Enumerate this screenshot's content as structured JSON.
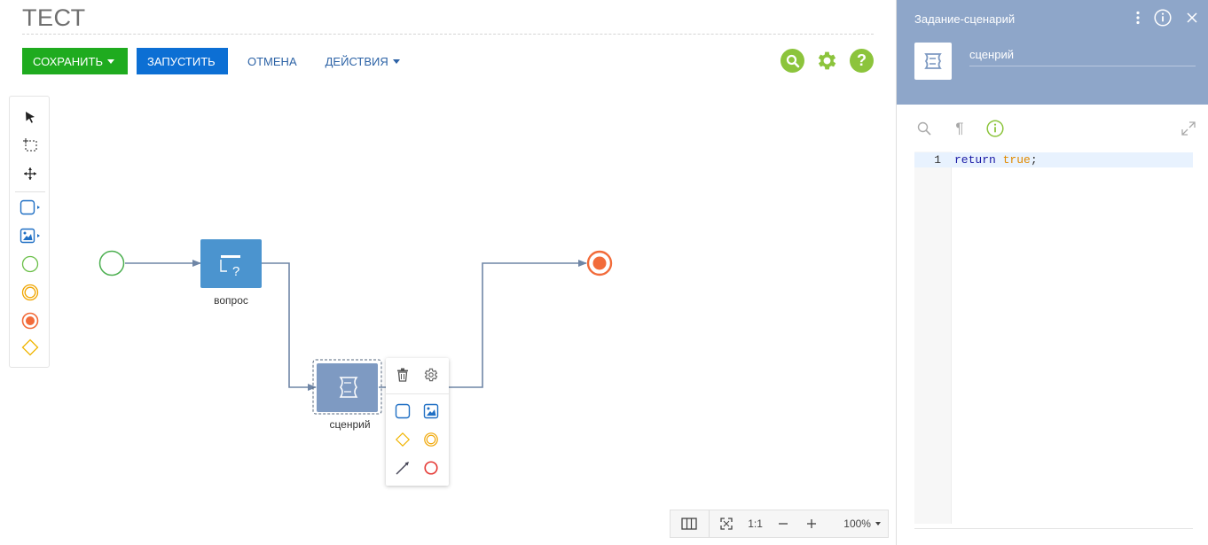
{
  "header": {
    "title": "ТЕСТ"
  },
  "toolbar": {
    "save_label": "СОХРАНИТЬ",
    "run_label": "ЗАПУСТИТЬ",
    "cancel_label": "ОТМЕНА",
    "actions_label": "ДЕЙСТВИЯ"
  },
  "colors": {
    "save": "#1fab1f",
    "run": "#0c6fd4",
    "accent_green": "#8cc43c",
    "task_blue": "#4b94cf",
    "script_task": "#7e9ac2",
    "panel_header": "#8ea6c9",
    "end_event": "#f26b3a",
    "start_event": "#4caf50"
  },
  "palette": {
    "tools": [
      "pointer-icon",
      "lasso-icon",
      "space-icon"
    ],
    "shapes": [
      "task-icon",
      "script-task-icon",
      "start-event-icon",
      "intermediate-event-icon",
      "end-event-icon",
      "gateway-icon"
    ]
  },
  "diagram": {
    "nodes": [
      {
        "id": "start",
        "type": "start-event"
      },
      {
        "id": "question",
        "type": "user-task",
        "label": "вопрос"
      },
      {
        "id": "script",
        "type": "script-task",
        "label": "сценрий"
      },
      {
        "id": "end",
        "type": "end-event"
      }
    ]
  },
  "context_pad": {
    "actions": [
      "delete-icon",
      "settings-icon",
      "task-icon",
      "script-task-icon",
      "gateway-icon",
      "intermediate-event-icon",
      "connect-icon",
      "end-event-icon"
    ]
  },
  "zoom": {
    "ratio_label": "1:1",
    "level": "100%"
  },
  "panel": {
    "title": "Задание-сценарий",
    "name_value": "сценрий",
    "code": {
      "line_number": "1",
      "keyword": "return",
      "literal": "true",
      "terminator": ";"
    }
  }
}
